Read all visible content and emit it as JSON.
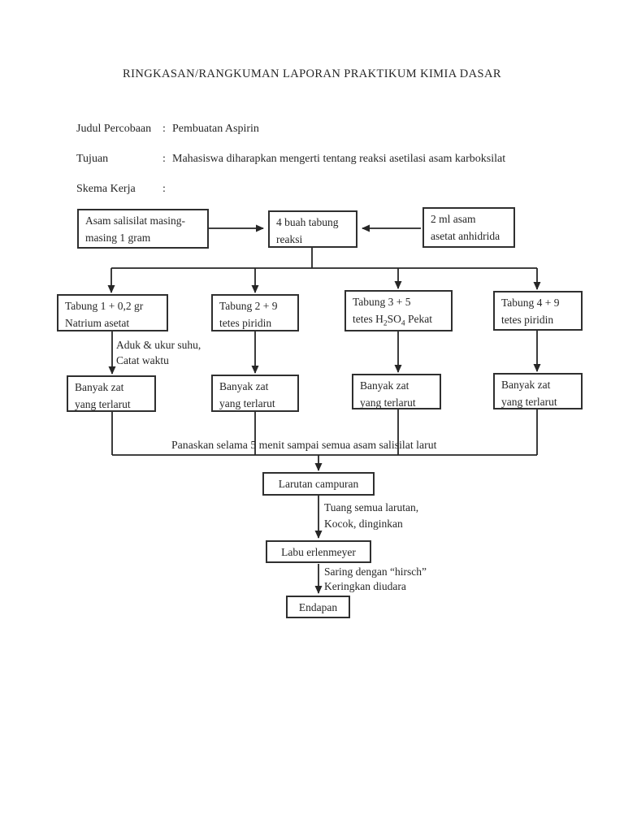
{
  "document": {
    "title": "RINGKASAN/RANGKUMAN LAPORAN PRAKTIKUM KIMIA DASAR",
    "fields": {
      "judul": {
        "label": "Judul Percobaan",
        "colon": ":",
        "value": "Pembuatan Aspirin"
      },
      "tujuan": {
        "label": "Tujuan",
        "colon": ":",
        "value": "Mahasiswa diharapkan mengerti tentang reaksi asetilasi asam karboksilat"
      },
      "skema": {
        "label": "Skema Kerja",
        "colon": ":",
        "value": ""
      }
    }
  },
  "flowchart": {
    "asam_salisilat": {
      "line1": "Asam salisilat masing-",
      "line2": "masing 1 gram"
    },
    "tabung_reaksi": {
      "line1": "4 buah tabung",
      "line2": "reaksi"
    },
    "asam_asetat": {
      "line1": "2 ml asam",
      "line2": "asetat anhidrida"
    },
    "tabung1": {
      "line1": "Tabung 1 + 0,2 gr",
      "line2": "Natrium asetat"
    },
    "tabung2": {
      "line1": "Tabung 2 + 9",
      "line2": "tetes piridin"
    },
    "tabung3": {
      "line1": "Tabung 3 + 5",
      "line2_a": "tetes H",
      "line2_sub1": "2",
      "line2_b": "SO",
      "line2_sub2": "4",
      "line2_c": " Pekat"
    },
    "tabung4": {
      "line1": "Tabung 4 + 9",
      "line2": "tetes piridin"
    },
    "banyak1": {
      "line1": "Banyak zat",
      "line2": "yang terlarut"
    },
    "banyak2": {
      "line1": "Banyak zat",
      "line2": "yang terlarut"
    },
    "banyak3": {
      "line1": "Banyak zat",
      "line2": "yang terlarut"
    },
    "banyak4": {
      "line1": "Banyak zat",
      "line2": "yang terlarut"
    },
    "larutan_campuran": "Larutan campuran",
    "labu_erlenmeyer": "Labu erlenmeyer",
    "endapan": "Endapan",
    "annotations": {
      "aduk": {
        "line1": "Aduk & ukur suhu,",
        "line2": "Catat waktu"
      },
      "panaskan": "Panaskan selama 5 menit sampai semua asam salisilat larut",
      "tuang": {
        "line1": "Tuang semua larutan,",
        "line2": "Kocok, dinginkan"
      },
      "saring": {
        "line1": "Saring dengan “hirsch”",
        "line2": "Keringkan diudara"
      }
    }
  },
  "colors": {
    "ink": "#262626",
    "page_bg": "#ffffff"
  }
}
